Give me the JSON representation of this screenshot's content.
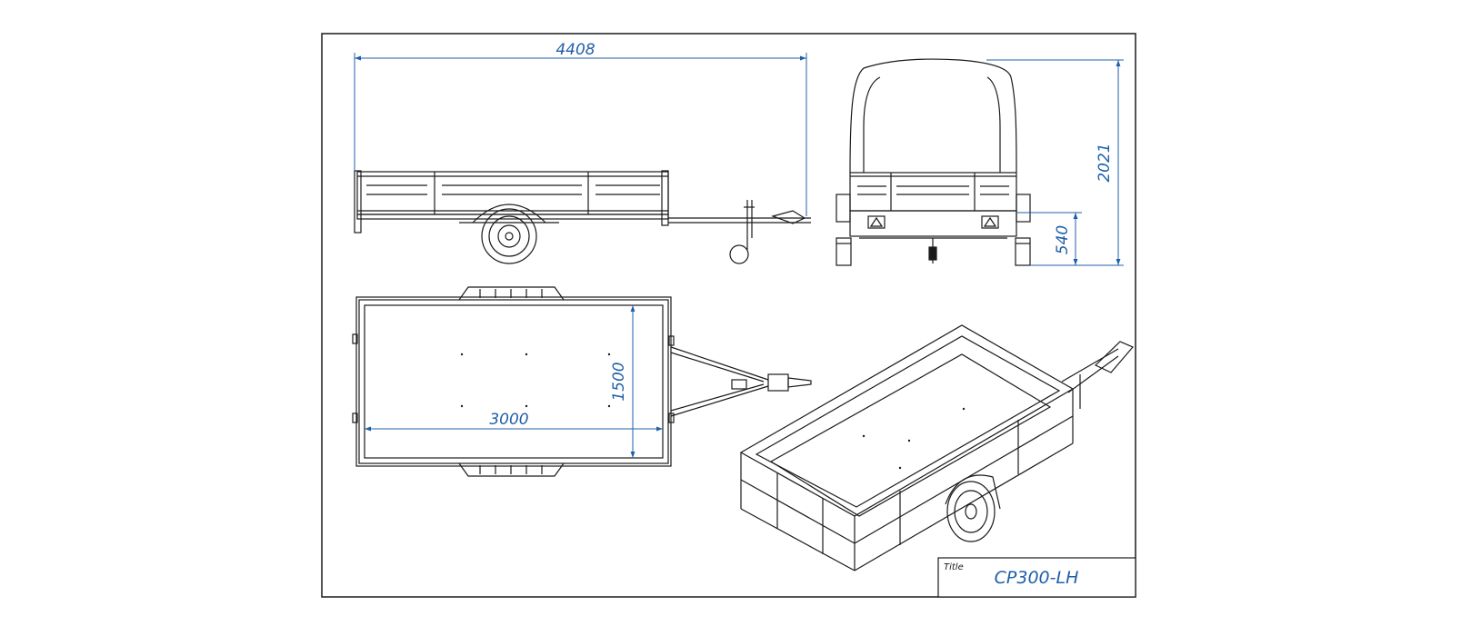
{
  "colors": {
    "line": "#1a1a1a",
    "dimension": "#1f5fa8",
    "paper": "#ffffff"
  },
  "dimensions": {
    "overall_length": "4408",
    "overall_height": "2021",
    "deck_height": "540",
    "bed_width": "1500",
    "bed_length": "3000"
  },
  "title_block": {
    "label": "Title",
    "value": "CP300-LH"
  }
}
